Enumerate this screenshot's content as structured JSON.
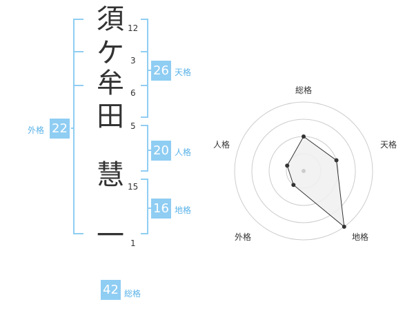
{
  "name": {
    "characters": [
      {
        "char": "須",
        "strokes": "12"
      },
      {
        "char": "ケ",
        "strokes": "3"
      },
      {
        "char": "牟",
        "strokes": "6"
      },
      {
        "char": "田",
        "strokes": "5"
      },
      {
        "char": "慧",
        "strokes": "15"
      },
      {
        "char": "一",
        "strokes": "1"
      }
    ]
  },
  "kakusu": {
    "tenkaku": {
      "value": "26",
      "label": "天格"
    },
    "jinkaku": {
      "value": "20",
      "label": "人格"
    },
    "chikaku": {
      "value": "16",
      "label": "地格"
    },
    "gaikaku": {
      "value": "22",
      "label": "外格"
    },
    "soukaku": {
      "value": "42",
      "label": "総格"
    }
  },
  "chart_data": {
    "type": "radar",
    "axes": [
      "総格",
      "天格",
      "地格",
      "外格",
      "人格"
    ],
    "rings": 4,
    "max": 4,
    "values": [
      2,
      2,
      4,
      1,
      1
    ],
    "colors": {
      "fill": "#f0f0f0",
      "line": "#333333",
      "grid": "#cccccc",
      "point": "#333333"
    }
  },
  "colors": {
    "badge": "#8fcdf3",
    "bracket": "#8fcdf3",
    "badge_label": "#5ab3e8",
    "text": "#333333"
  }
}
